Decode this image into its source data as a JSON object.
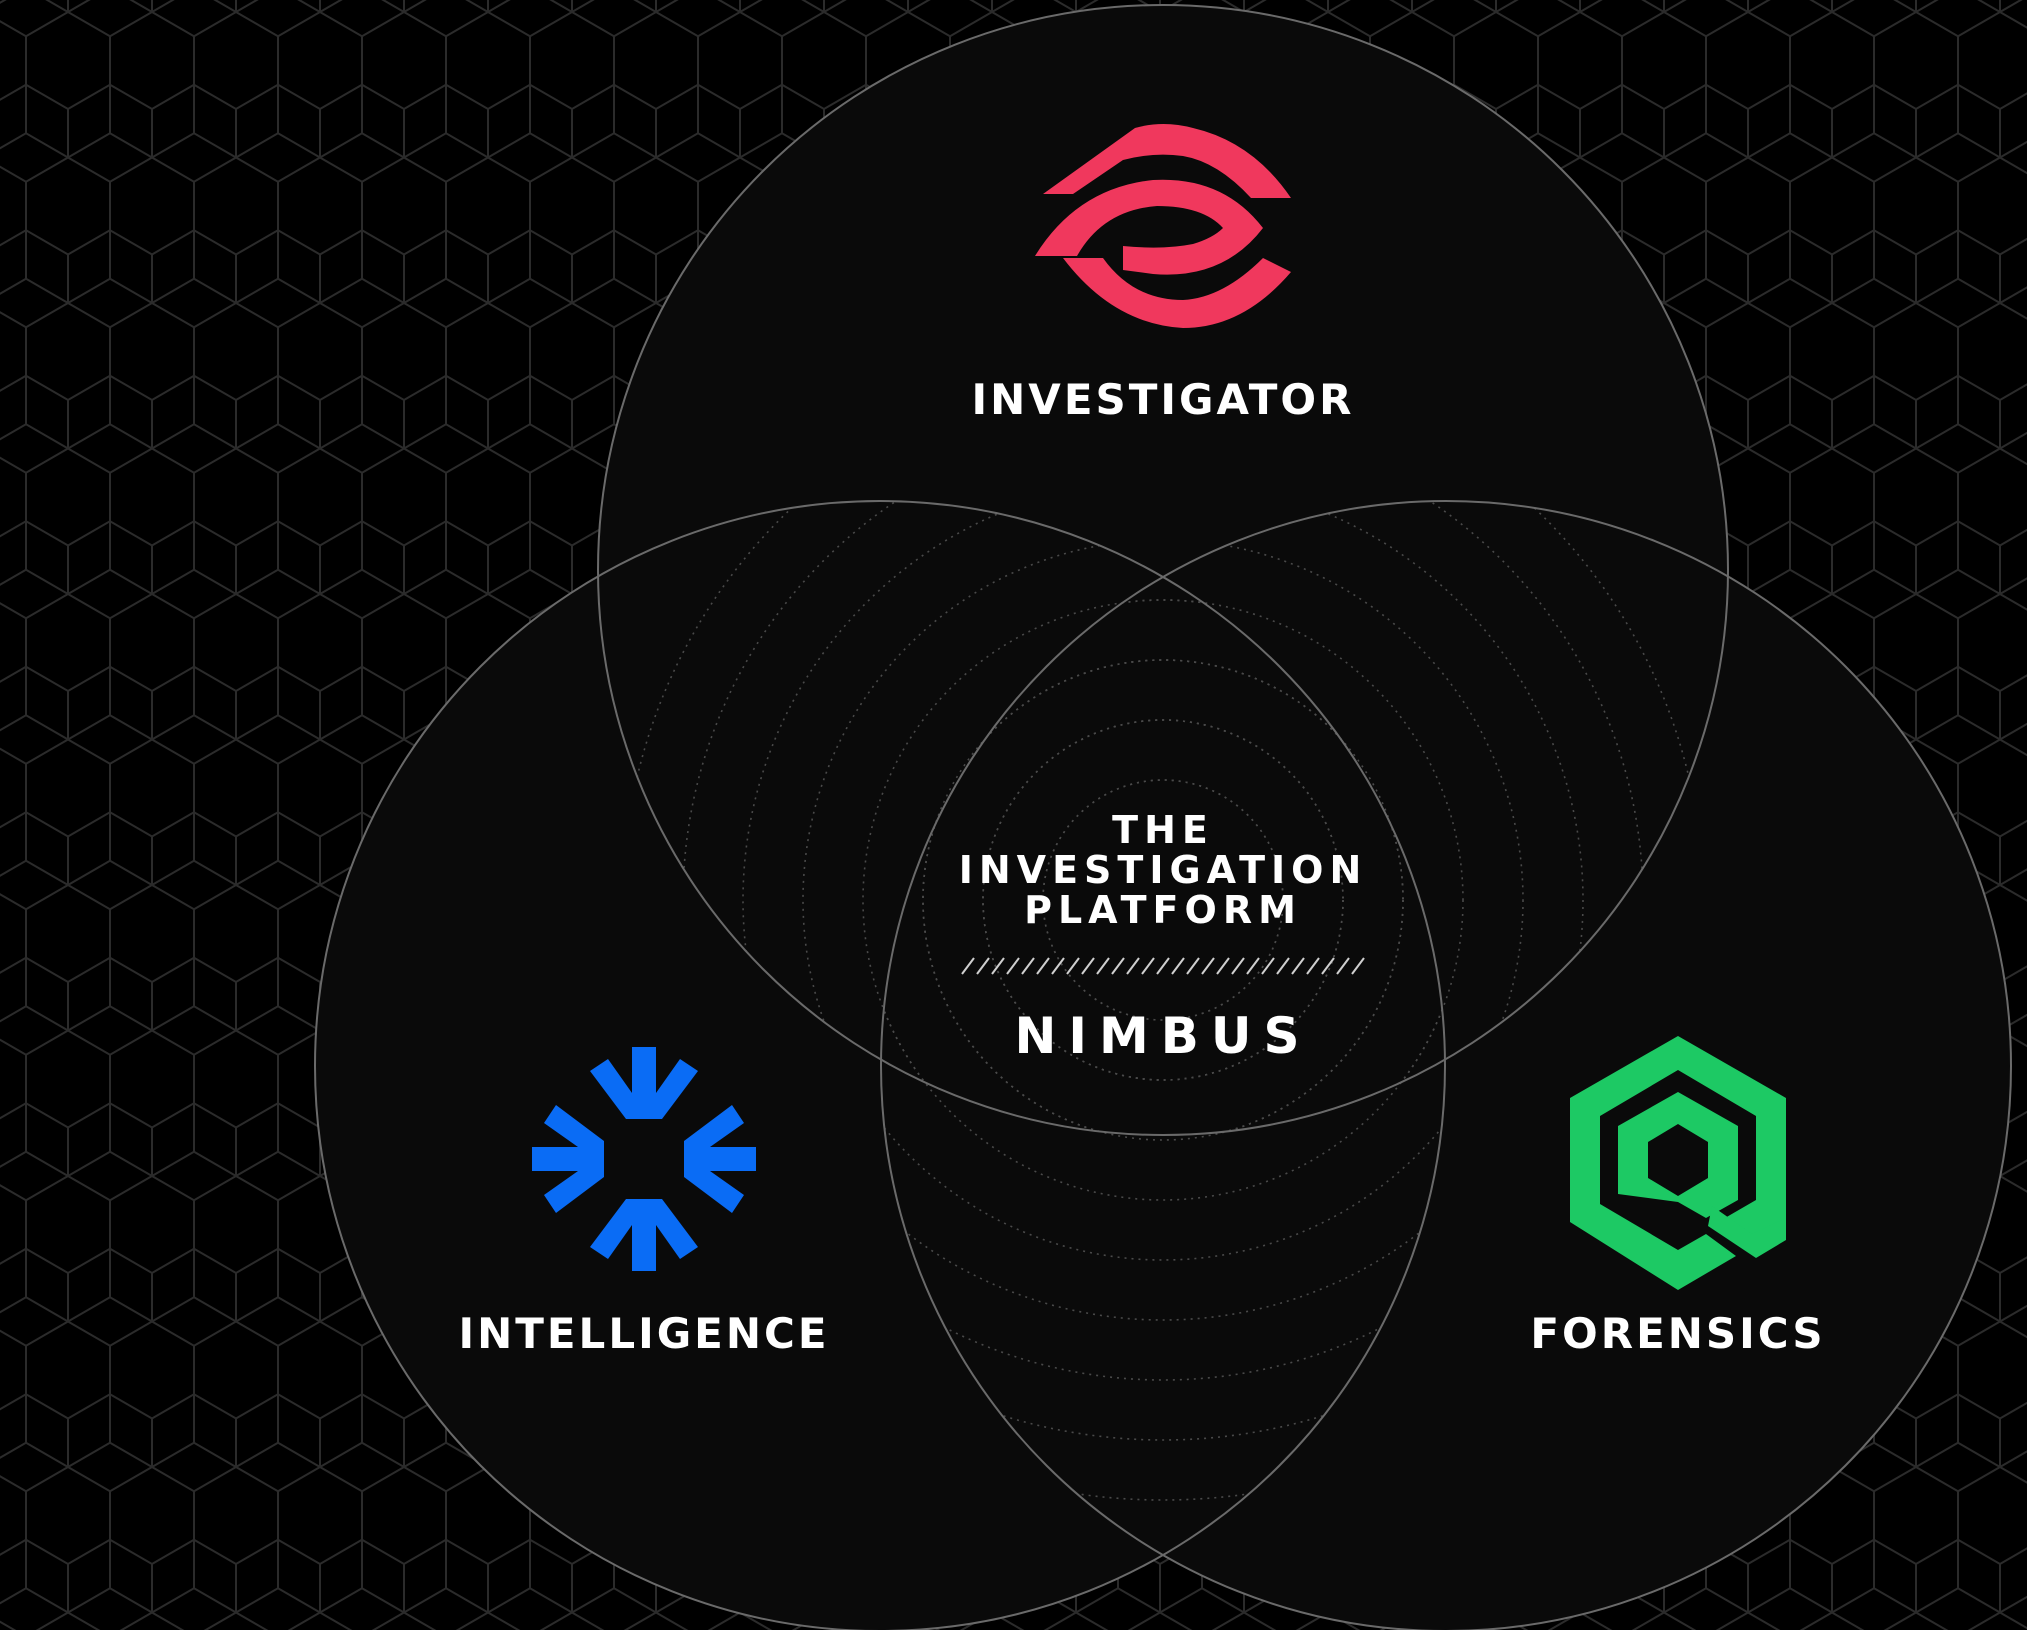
{
  "center": {
    "line1": "THE",
    "line2": "INVESTIGATION",
    "line3": "PLATFORM",
    "brand": "NIMBUS"
  },
  "products": {
    "investigator": {
      "label": "INVESTIGATOR",
      "icon": "eye-logo-icon",
      "color": "#f0385d"
    },
    "intelligence": {
      "label": "INTELLIGENCE",
      "icon": "snowflake-logo-icon",
      "color": "#0a6cf5"
    },
    "forensics": {
      "label": "FORENSICS",
      "icon": "hex-search-logo-icon",
      "color": "#1dc964"
    }
  },
  "colors": {
    "background": "#000000",
    "circle_fill": "#0a0a0a",
    "circle_stroke": "#6a6a6a",
    "hex_grid": "#2a2a2a",
    "text": "#ffffff"
  }
}
